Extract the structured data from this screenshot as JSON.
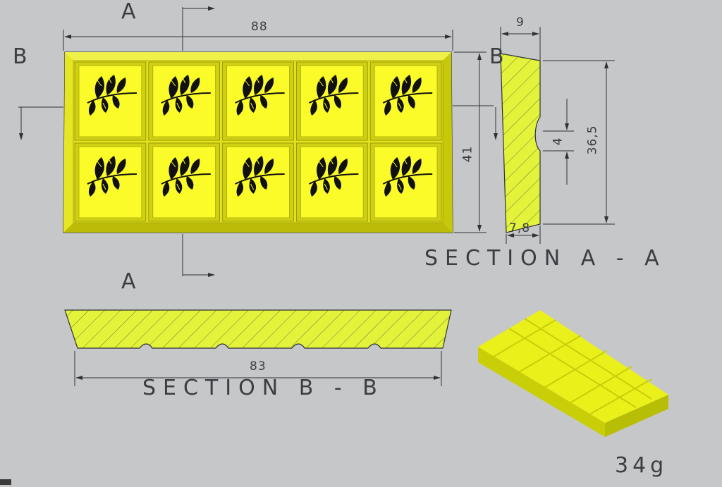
{
  "labels": {
    "section_letter_a_top": "A",
    "section_letter_a_bottom": "A",
    "section_letter_b_left": "B",
    "section_letter_b_right": "B"
  },
  "dimensions": {
    "width_88": "88",
    "height_41": "41",
    "thickness_9": "9",
    "height_36_5": "36,5",
    "groove_4": "4",
    "bottom_7_8": "7,8",
    "length_83": "83"
  },
  "sections": {
    "section_aa_title": "SECTION  A - A",
    "section_bb_title": "SECTION  B - B"
  },
  "weight": "34g",
  "colors": {
    "background": "#c6c7c8",
    "chocolate_face": "#fbfb2a",
    "chocolate_edge": "#d2d20a",
    "section_fill": "#e3f23a",
    "lines": "#2f3237"
  }
}
